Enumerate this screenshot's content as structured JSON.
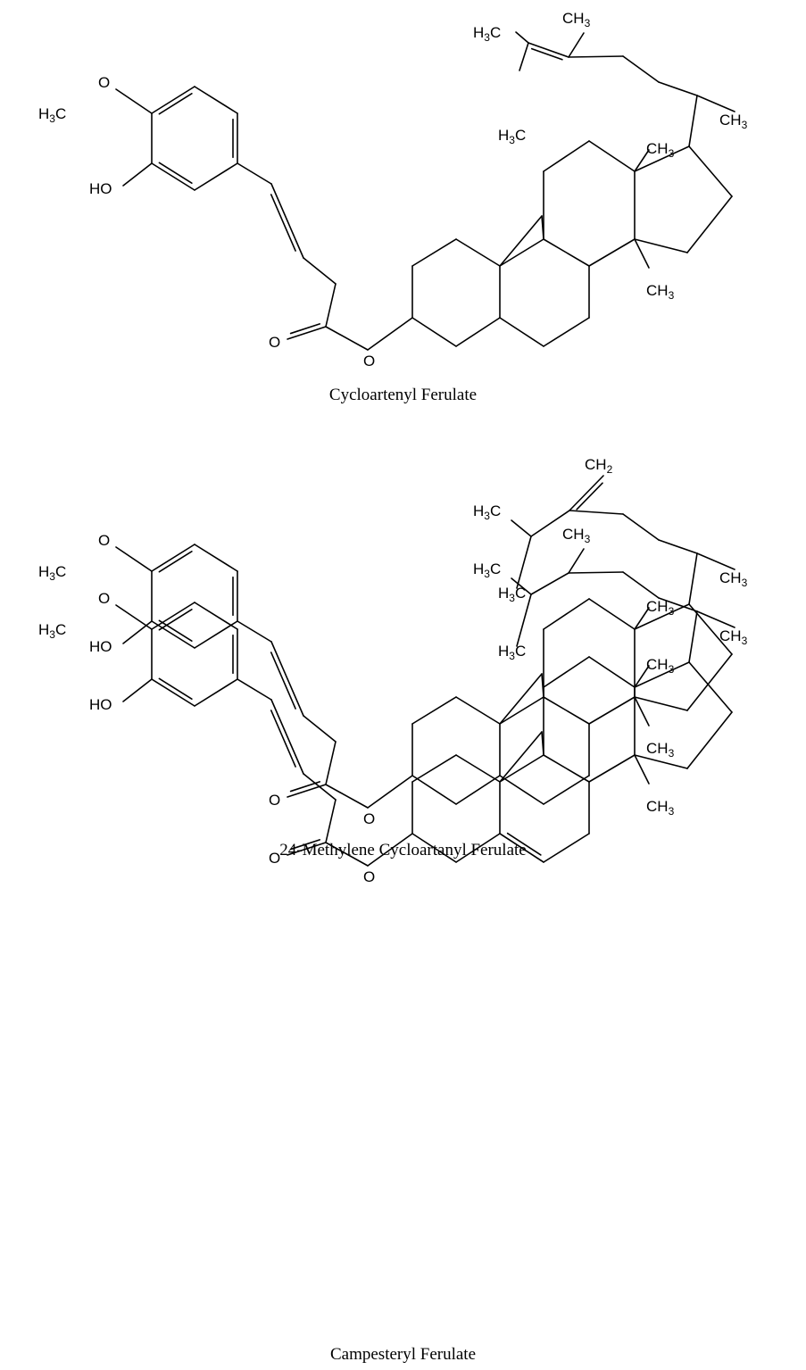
{
  "colors": {
    "background": "#ffffff",
    "bond": "#000000",
    "text": "#000000"
  },
  "molecules": [
    {
      "name": "Cycloartenyl Ferulate",
      "labels": [
        "H3C",
        "O",
        "HO",
        "O",
        "O",
        "H3C",
        "CH3",
        "H3C",
        "CH3",
        "CH3",
        "CH3"
      ]
    },
    {
      "name": "24-Methylene Cycloartanyl Ferulate",
      "labels": [
        "H3C",
        "O",
        "HO",
        "O",
        "O",
        "H3C",
        "CH2",
        "H3C",
        "CH3",
        "CH3",
        "CH3"
      ]
    },
    {
      "name": "Campesteryl Ferulate",
      "labels": [
        "H3C",
        "O",
        "HO",
        "O",
        "O",
        "H3C",
        "CH3",
        "H3C",
        "CH3",
        "CH3",
        "CH3"
      ]
    }
  ]
}
